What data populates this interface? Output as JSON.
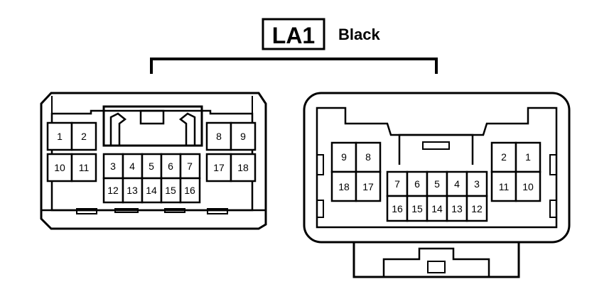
{
  "header": {
    "connector_code": "LA1",
    "color": "Black"
  },
  "left_connector": {
    "pins": [
      "1",
      "2",
      "10",
      "11",
      "3",
      "4",
      "5",
      "6",
      "7",
      "12",
      "13",
      "14",
      "15",
      "16",
      "8",
      "9",
      "17",
      "18"
    ]
  },
  "right_connector": {
    "pins": [
      "9",
      "8",
      "18",
      "17",
      "7",
      "6",
      "5",
      "4",
      "3",
      "16",
      "15",
      "14",
      "13",
      "12",
      "2",
      "1",
      "11",
      "10"
    ]
  }
}
